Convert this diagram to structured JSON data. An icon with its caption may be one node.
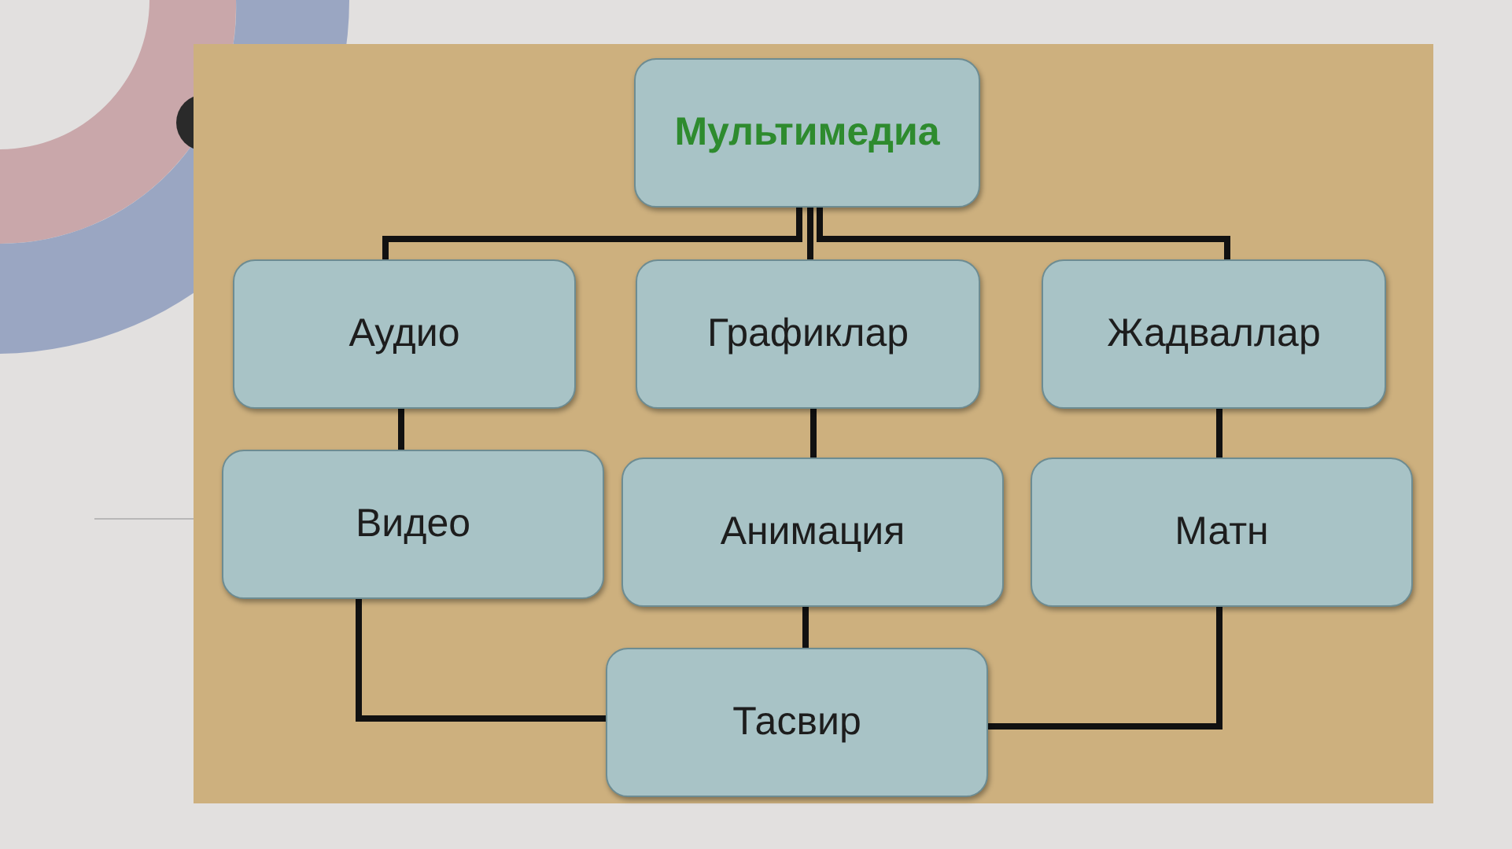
{
  "diagram": {
    "nodes": [
      {
        "text": [
          "Мультимедиа"
        ]
      },
      {
        "text": [
          "Аудио"
        ]
      },
      {
        "text": [
          "Графиклар"
        ]
      },
      {
        "text": [
          "Жадваллар"
        ]
      },
      {
        "text": [
          "Видео"
        ]
      },
      {
        "text": [
          "Анимация"
        ]
      },
      {
        "text": [
          "Матн"
        ]
      },
      {
        "text": [
          "Тасвир"
        ]
      }
    ],
    "edges": [
      {
        "from": 0,
        "to": 1,
        "arrow": "none"
      },
      {
        "from": 0,
        "to": 2,
        "arrow": "none"
      },
      {
        "from": 0,
        "to": 3,
        "arrow": "none"
      },
      {
        "from": 1,
        "to": 4,
        "arrow": "none"
      },
      {
        "from": 2,
        "to": 5,
        "arrow": "none"
      },
      {
        "from": 3,
        "to": 6,
        "arrow": "none"
      },
      {
        "from": 4,
        "to": 7,
        "arrow": "none"
      },
      {
        "from": 5,
        "to": 7,
        "arrow": "none"
      },
      {
        "from": 6,
        "to": 7,
        "arrow": "none"
      }
    ]
  }
}
